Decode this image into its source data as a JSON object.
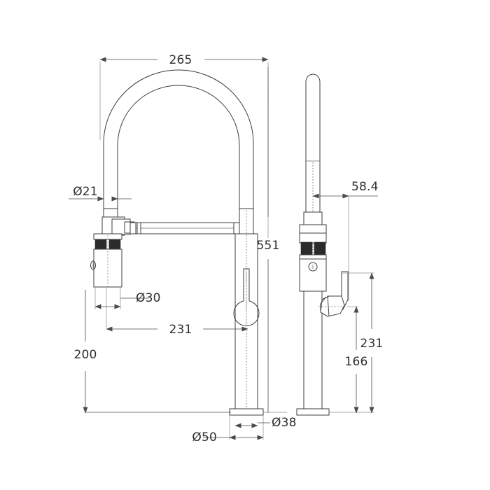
{
  "drawing": {
    "title": "Kitchen mixer tap dimensional drawing",
    "units": "mm",
    "background_color": "#ffffff",
    "line_color": "#3c3c3c",
    "dimension_color": "#2e2e2e",
    "views": [
      {
        "name": "front-view",
        "label": ""
      },
      {
        "name": "side-view",
        "label": ""
      }
    ]
  },
  "dimensions": {
    "spout_reach_overall": "265",
    "hose_diameter": "Ø21",
    "total_height": "551",
    "body_diameter": "Ø30",
    "spray_head_offset": "231",
    "base_height": "200",
    "base_diameter": "Ø50",
    "column_diameter": "Ø38",
    "handle_offset_side": "58.4",
    "handle_height_upper": "231",
    "handle_height_lower": "166"
  }
}
